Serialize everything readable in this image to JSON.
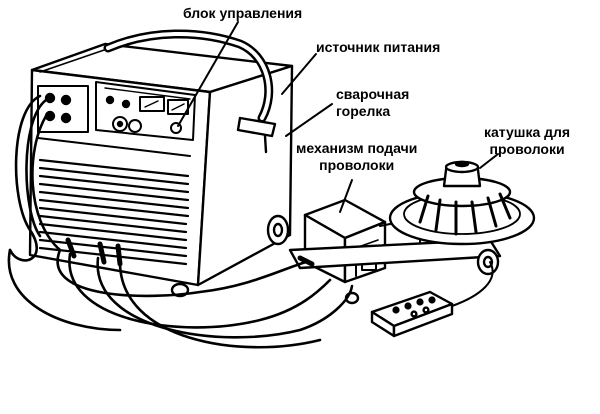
{
  "labels": {
    "control_unit": "блок управления",
    "power_source": "источник питания",
    "torch_line1": "сварочная",
    "torch_line2": "горелка",
    "feeder_line1": "механизм подачи",
    "feeder_line2": "проволоки",
    "spool_line1": "катушка для",
    "spool_line2": "проволоки"
  }
}
